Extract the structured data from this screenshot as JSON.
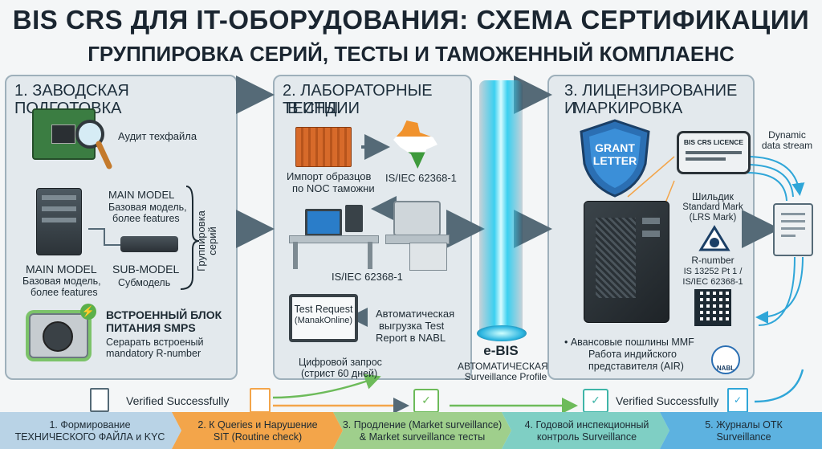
{
  "title": "BIS CRS ДЛЯ IT-ОБОРУДОВАНИЯ: СХЕМА СЕРТИФИКАЦИИ",
  "subtitle": "ГРУППИРОВКА СЕРИЙ, ТЕСТЫ И ТАМОЖЕННЫЙ КОМПЛАЕНС",
  "panel1": {
    "heading": "1. ЗАВОДСКАЯ ПОДГОТОВКА",
    "audit": "Аудит техфайла",
    "main_model_right": "MAIN MODEL",
    "main_model_right_desc1": "Базовая модель,",
    "main_model_right_desc2": "более features",
    "grouping_line1": "Группировка",
    "grouping_line2": "серий",
    "main_model_left": "MAIN MODEL",
    "main_model_left_desc1": "Базовая модель,",
    "main_model_left_desc2": "более features",
    "sub_model": "SUB-MODEL",
    "sub_model_desc": "Субмодель",
    "smps_line1": "ВСТРОЕННЫЙ БЛОК",
    "smps_line2": "ПИТАНИЯ SMPS",
    "smps_desc1": "Серарать встроеный",
    "smps_desc2": "mandatory R-number"
  },
  "panel2": {
    "heading_line1": "2. ЛАБОРАТОРНЫЕ ТЕСТЫ",
    "heading_line2": "В ИНДИИ",
    "import1": "Импорт образцов",
    "import2": "по NOC таможни",
    "standard_top": "IS/IEC 62368-1",
    "standard_mid": "IS/IEC 62368-1",
    "test_request1": "Test Request",
    "test_request2": "(ManakOnline)",
    "auto1": "Автоматическая",
    "auto2": "выгрузка Test",
    "auto3": "Report в NABL",
    "digital1": "Цифровой запрос",
    "digital2": "(стрист 60 дней)"
  },
  "ebis": {
    "label": "e-BIS",
    "sub1": "АВТОМАТИЧЕСКАЯ",
    "sub2": "Surveillance Profile"
  },
  "panel3": {
    "heading_line1": "3. ЛИЦЕНЗИРОВАНИЕ И",
    "heading_line2": "МАРКИРОВКА",
    "grant1": "GRANT",
    "grant2": "LETTER",
    "licence": "BIS CRS LICENCE",
    "stream1": "Dynamic",
    "stream2": "data stream",
    "plate1": "Шильдик",
    "plate2": "Standard Mark",
    "plate3": "(LRS Mark)",
    "rnum1": "R-number",
    "rnum2": "IS 13252 Pt 1 /",
    "rnum3": "IS/IEC 62368-1",
    "fees": "• Авансовые пошлины MMF",
    "air1": "Работа индийского",
    "air2": "представителя (AIR)",
    "nabl": "NABL"
  },
  "verified_left": "Verified Successfully",
  "verified_right": "Verified Successfully",
  "steps": [
    {
      "line1": "1. Формирование",
      "line2": "ТЕХНИЧЕСКОГО ФАЙЛА и KYC",
      "color": "#b9d3e6"
    },
    {
      "line1": "2. К Queries и Нарушение",
      "line2": "SIT (Routine check)",
      "color": "#f3a54a"
    },
    {
      "line1": "3. Продление (Market surveillance)",
      "line2": "& Market surveillance тесты",
      "color": "#9fcf8c"
    },
    {
      "line1": "4. Годовой инспекционный",
      "line2": "контроль Surveillance",
      "color": "#7fcfc4"
    },
    {
      "line1": "5. Журналы ОТК",
      "line2": "Surveillance",
      "color": "#5db2e0"
    }
  ]
}
